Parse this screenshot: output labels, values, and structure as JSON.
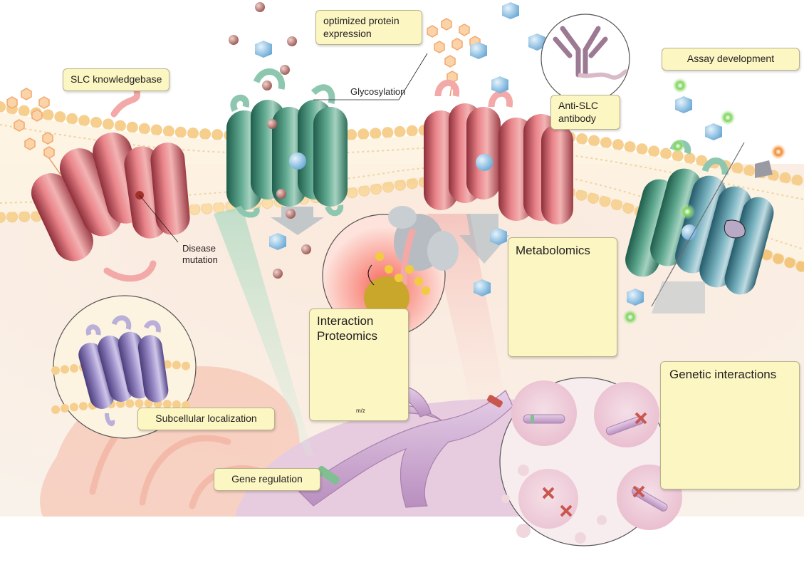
{
  "labels": {
    "slc_knowledgebase": "SLC knowledgebase",
    "optimized_protein_expression": "optimized protein expression",
    "glycosylation": "Glycosylation",
    "assay_development": "Assay development",
    "anti_slc_antibody": "Anti-SLC antibody",
    "disease_mutation": "Disease mutation",
    "metabolomics": "Metabolomics",
    "interaction_proteomics": "Interaction Proteomics",
    "genetic_interactions": "Genetic interactions",
    "subcellular_localization": "Subcellular localization",
    "gene_regulation": "Gene regulation",
    "mz_axis": "m/z"
  },
  "colors": {
    "membrane_bead": "#f6cf8e",
    "label_fill": "#fbf6c2",
    "red_transporter": "#c9575f",
    "green_transporter": "#3f8a72",
    "purple_transporter": "#7b6aa8",
    "chromosome": "#d7b7da",
    "ion": "#8cc2e6",
    "metabolite": "#b97772"
  },
  "icons": [
    "antibody-icon",
    "mass-spectrum-icon",
    "metabolic-network-icon",
    "circos-plot-icon",
    "chromosome-icon"
  ]
}
